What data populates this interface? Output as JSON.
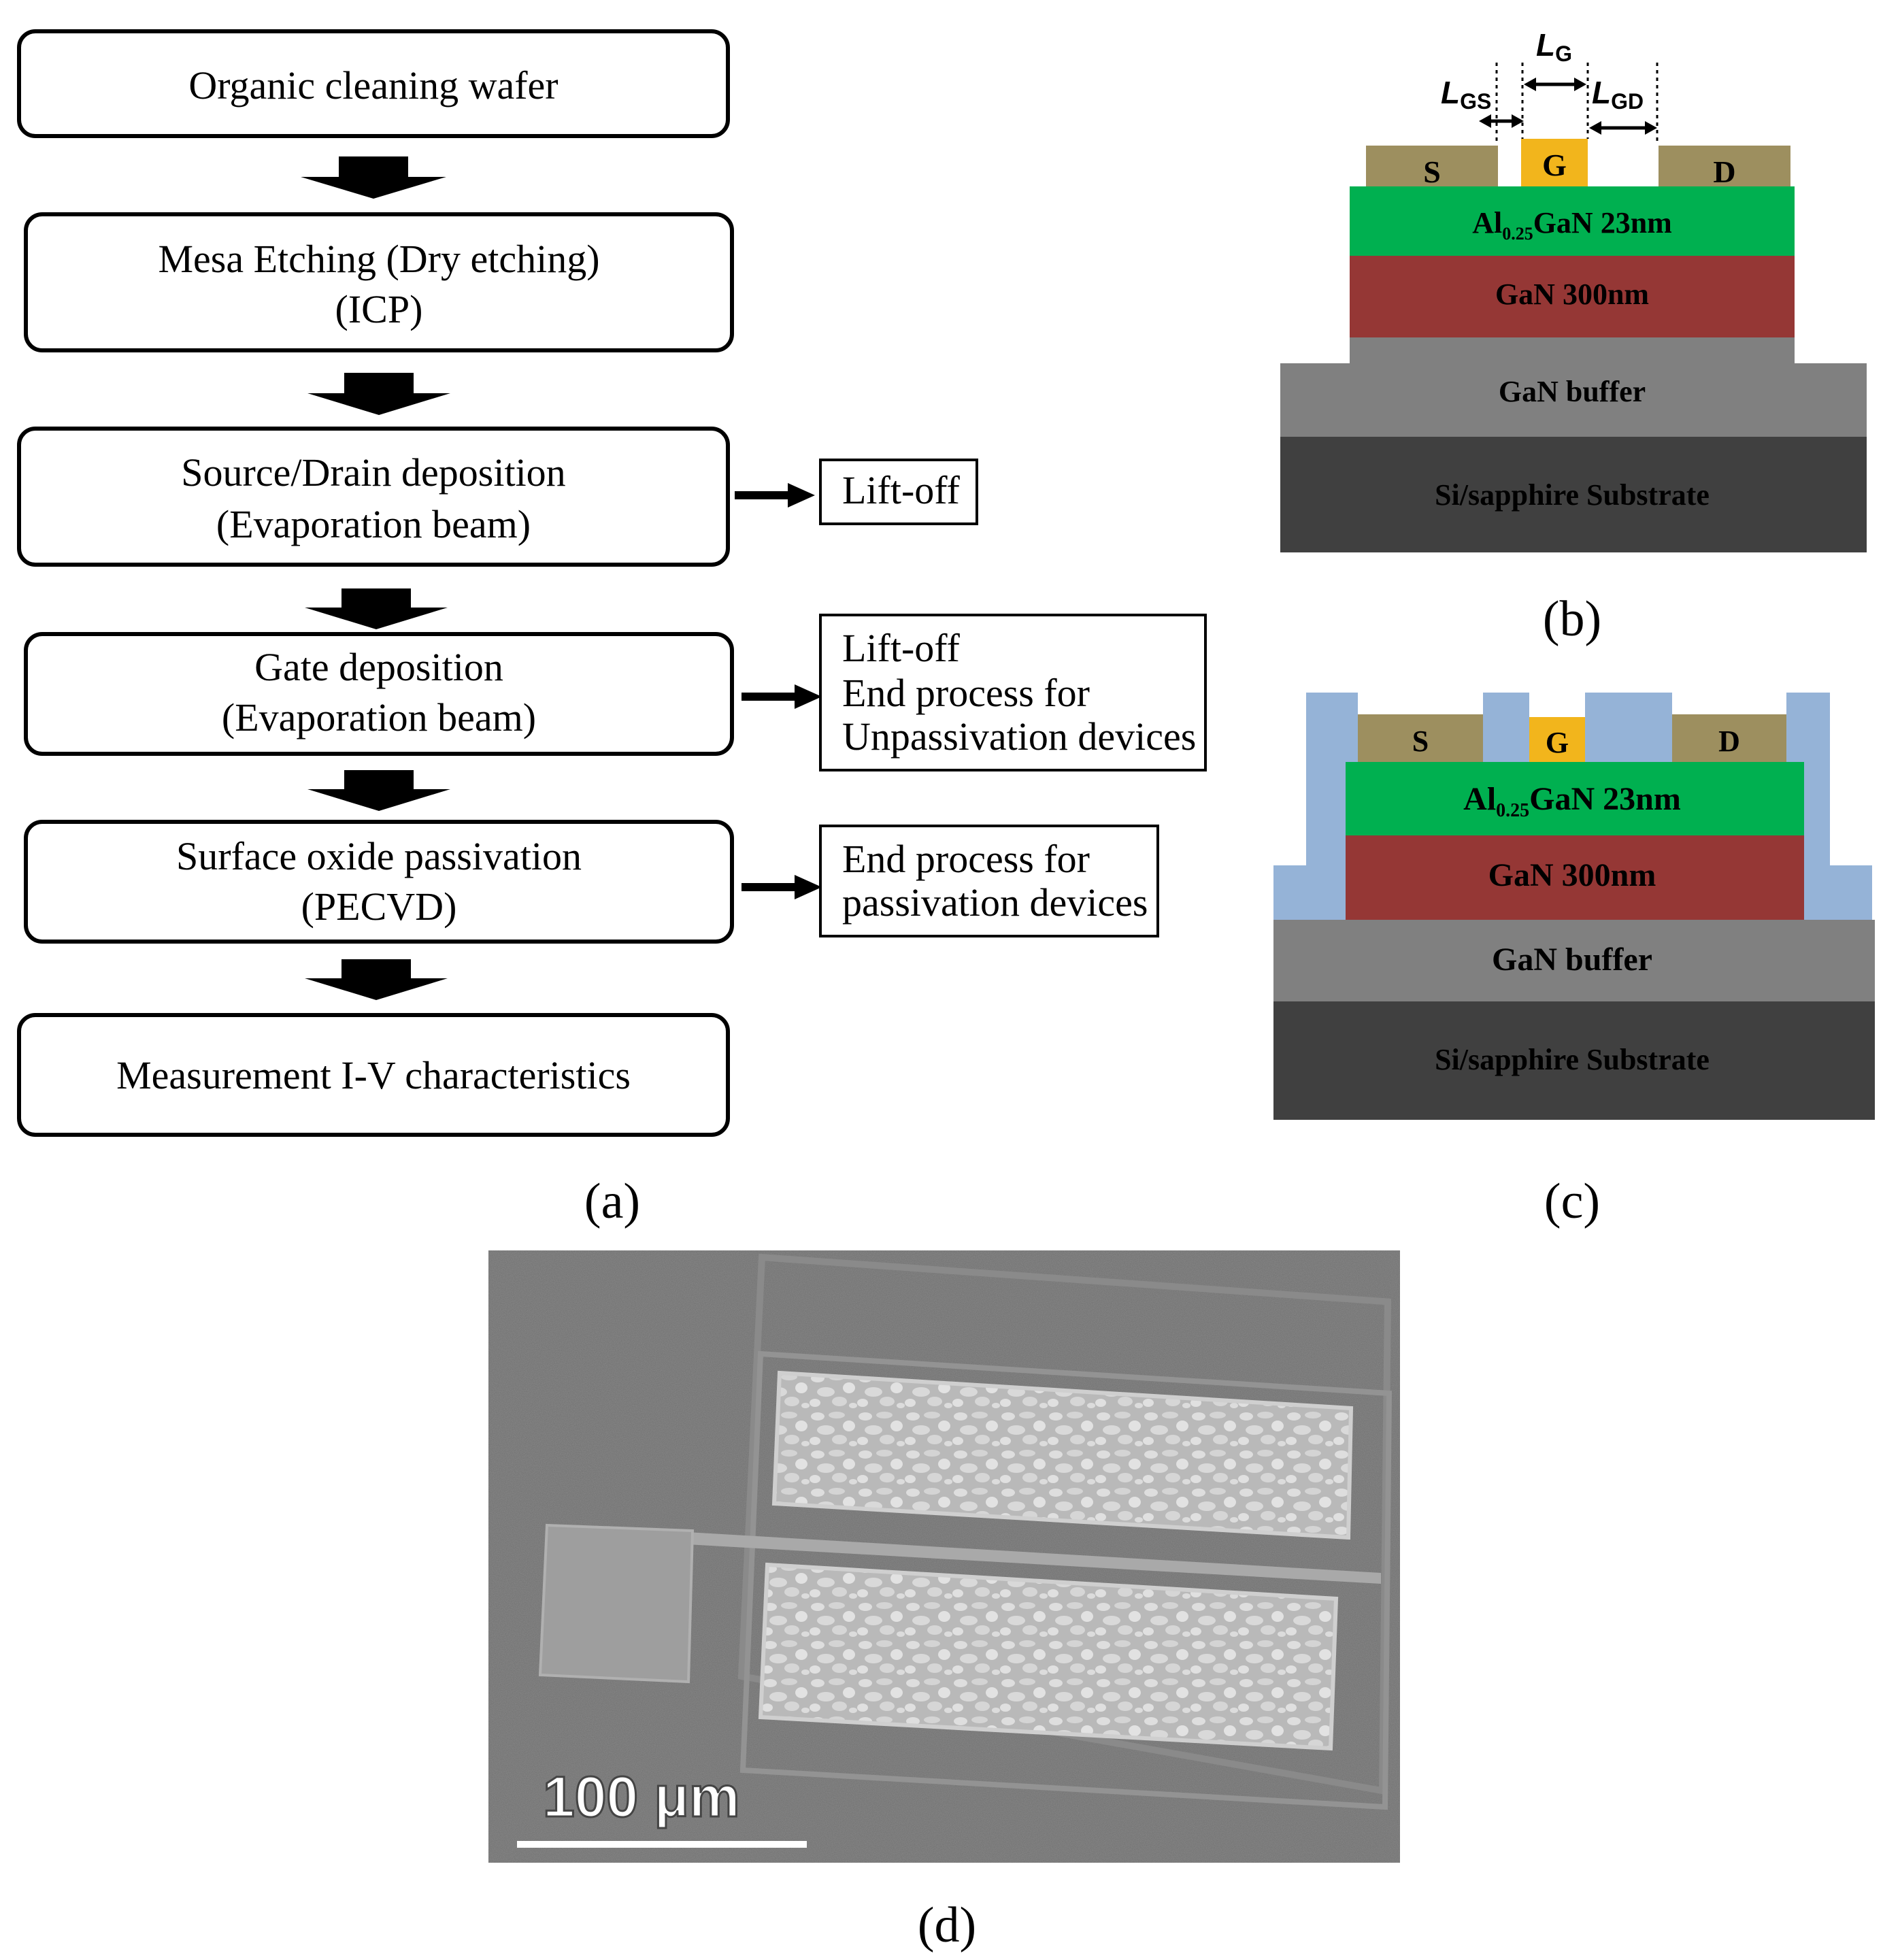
{
  "flowchart": {
    "steps": [
      {
        "lines": [
          "Organic cleaning wafer"
        ]
      },
      {
        "lines": [
          "Mesa Etching (Dry etching)",
          "(ICP)"
        ]
      },
      {
        "lines": [
          "Source/Drain deposition",
          "(Evaporation beam)"
        ]
      },
      {
        "lines": [
          "Gate deposition",
          "(Evaporation beam)"
        ]
      },
      {
        "lines": [
          "Surface oxide passivation",
          "(PECVD)"
        ]
      },
      {
        "lines": [
          "Measurement I-V characteristics"
        ]
      }
    ],
    "notes": [
      {
        "lines": [
          "Lift-off"
        ]
      },
      {
        "lines": [
          "Lift-off",
          "End process for",
          "Unpassivation devices"
        ]
      },
      {
        "lines": [
          "End process for",
          "passivation devices"
        ]
      }
    ]
  },
  "labels": {
    "a": "(a)",
    "b": "(b)",
    "c": "(c)",
    "d": "(d)"
  },
  "device": {
    "contacts": {
      "source": "S",
      "gate": "G",
      "drain": "D"
    },
    "dims": {
      "lg_main": "L",
      "lg_sub": "G",
      "lgs_main": "L",
      "lgs_sub": "GS",
      "lgd_main": "L",
      "lgd_sub": "GD"
    },
    "layers": {
      "algan_prefix": "Al",
      "algan_sub": "0.25",
      "algan_suffix": "GaN 23nm",
      "gan": "GaN 300nm",
      "buffer": "GaN buffer",
      "substrate": "Si/sapphire Substrate"
    },
    "colors": {
      "contact": "#9d8f5f",
      "gate": "#f2b51c",
      "algan": "#00b050",
      "gan": "#953735",
      "buffer": "#808080",
      "substrate": "#404040",
      "passivation": "#95b3d7"
    }
  },
  "sem": {
    "scale_bar_label": "100 μm"
  }
}
